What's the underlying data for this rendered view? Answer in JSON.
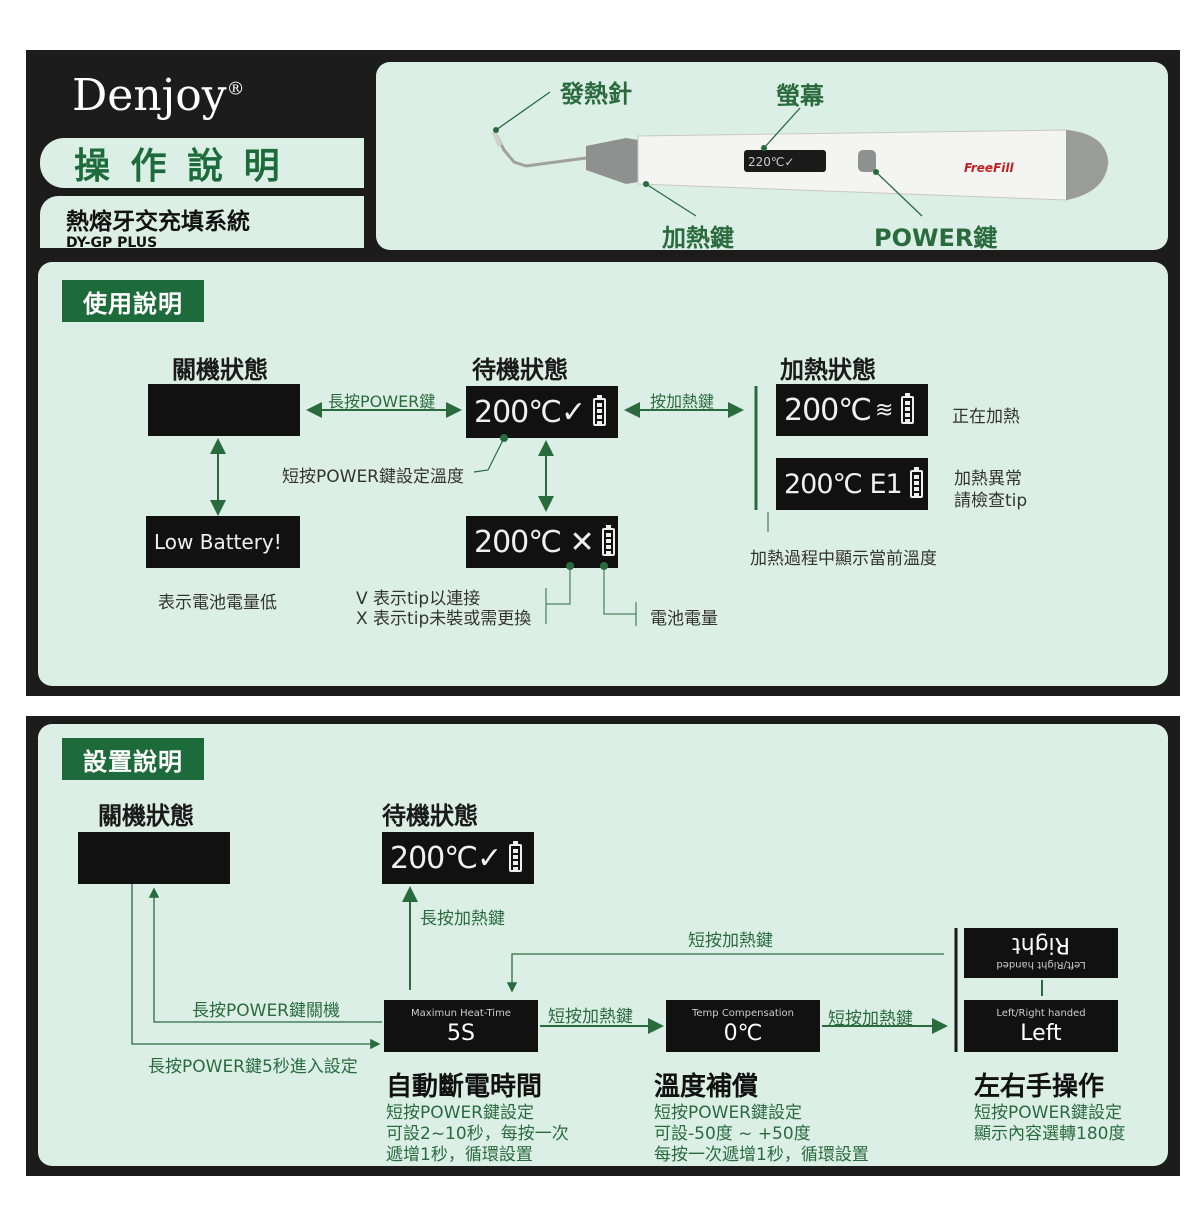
{
  "brand": {
    "name": "Denjoy",
    "reg": "®"
  },
  "header": {
    "title": "操 作 說 明",
    "subtitle": "熱熔牙交充填系統",
    "model": "DY-GP PLUS"
  },
  "device": {
    "labels": {
      "tip": "發熱針",
      "screen": "螢幕",
      "heat_key": "加熱鍵",
      "power_key": "POWER鍵"
    },
    "screen_text": "220℃✓",
    "logo_text": "FreeFill"
  },
  "usage": {
    "tag": "使用說明",
    "state_off": "關機狀態",
    "state_standby": "待機狀態",
    "state_heating": "加熱狀態",
    "long_press_power": "長按POWER鍵",
    "press_heat": "按加熱鍵",
    "short_press_set_temp": "短按POWER鍵設定溫度",
    "lcd_standby": "200℃✓",
    "lcd_heating": "200℃",
    "lcd_error": "200℃ E1",
    "lcd_low_battery": "Low Battery!",
    "lcd_no_tip": "200℃ ✕",
    "heating_note": "正在加熱",
    "error_note_1": "加熱異常",
    "error_note_2": "請檢查tip",
    "heating_current_temp": "加熱過程中顯示當前溫度",
    "low_battery_note": "表示電池電量低",
    "v_note": "V 表示tip以連接",
    "x_note": "X 表示tip未裝或需更換",
    "battery_note": "電池電量"
  },
  "settings": {
    "tag": "設置說明",
    "state_off": "關機狀態",
    "state_standby": "待機狀態",
    "lcd_standby": "200℃✓",
    "long_press_heat": "長按加熱鍵",
    "short_press_heat_top": "短按加熱鍵",
    "long_press_power_off": "長按POWER鍵關機",
    "long_press_power_5s": "長按POWER鍵5秒進入設定",
    "short_press_heat_1": "短按加熱鍵",
    "short_press_heat_2": "短按加熱鍵",
    "screen_heat_time": {
      "title": "Maximun Heat-Time",
      "value": "5S"
    },
    "screen_temp_comp": {
      "title": "Temp Compensation",
      "value": "0℃"
    },
    "screen_right": {
      "title": "Left/Right handed",
      "value": "Right"
    },
    "screen_left": {
      "title": "Left/Right handed",
      "value": "Left"
    },
    "auto_off": {
      "title": "自動斷電時間",
      "l1": "短按POWER鍵設定",
      "l2": "可設2~10秒，每按一次",
      "l3": "遞增1秒，循環設置"
    },
    "temp_comp": {
      "title": "溫度補償",
      "l1": "短按POWER鍵設定",
      "l2": "可設-50度 ~ +50度",
      "l3": "每按一次遞增1秒，循環設置"
    },
    "hand": {
      "title": "左右手操作",
      "l1": "短按POWER鍵設定",
      "l2": "顯示內容選轉180度"
    }
  }
}
